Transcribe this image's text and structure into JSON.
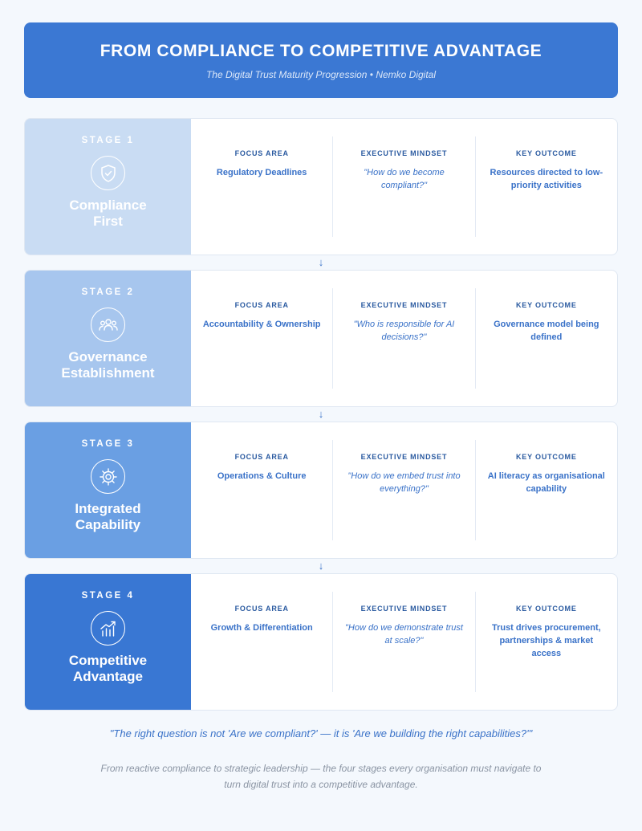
{
  "header": {
    "title": "FROM COMPLIANCE TO COMPETITIVE ADVANTAGE",
    "subtitle": "The Digital Trust Maturity Progression • Nemko Digital"
  },
  "stages": [
    {
      "label": "STAGE 1",
      "name_line1": "Compliance",
      "name_line2": "First",
      "icon": "shield-check-icon",
      "focus_head": "FOCUS AREA",
      "focus": "Regulatory Deadlines",
      "mindset_head": "EXECUTIVE MINDSET",
      "mindset": "\"How do we become compliant?\"",
      "outcome_head": "KEY OUTCOME",
      "outcome": "Resources directed to low-priority activities"
    },
    {
      "label": "STAGE 2",
      "name_line1": "Governance",
      "name_line2": "Establishment",
      "icon": "people-group-icon",
      "focus_head": "FOCUS AREA",
      "focus": "Accountability & Ownership",
      "mindset_head": "EXECUTIVE MINDSET",
      "mindset": "\"Who is responsible for AI decisions?\"",
      "outcome_head": "KEY OUTCOME",
      "outcome": "Governance model being defined"
    },
    {
      "label": "STAGE 3",
      "name_line1": "Integrated",
      "name_line2": "Capability",
      "icon": "gear-icon",
      "focus_head": "FOCUS AREA",
      "focus": "Operations & Culture",
      "mindset_head": "EXECUTIVE MINDSET",
      "mindset": "\"How do we embed trust into everything?\"",
      "outcome_head": "KEY OUTCOME",
      "outcome": "AI literacy as organisational capability"
    },
    {
      "label": "STAGE 4",
      "name_line1": "Competitive",
      "name_line2": "Advantage",
      "icon": "growth-chart-icon",
      "focus_head": "FOCUS AREA",
      "focus": "Growth & Differentiation",
      "mindset_head": "EXECUTIVE MINDSET",
      "mindset": "\"How do we demonstrate trust at scale?\"",
      "outcome_head": "KEY OUTCOME",
      "outcome": "Trust drives procurement, partnerships & market access"
    }
  ],
  "colors": {
    "stage1": "#c9dcf3",
    "stage2": "#a7c6ee",
    "stage3": "#6a9fe3",
    "stage4": "#3977d3",
    "accent": "#3a72c8"
  },
  "quote": "\"The right question is not 'Are we compliant?' — it is 'Are we building the right capabilities?'\"",
  "footer": "From reactive compliance to strategic leadership — the four stages every organisation must navigate to turn digital trust into a competitive advantage."
}
